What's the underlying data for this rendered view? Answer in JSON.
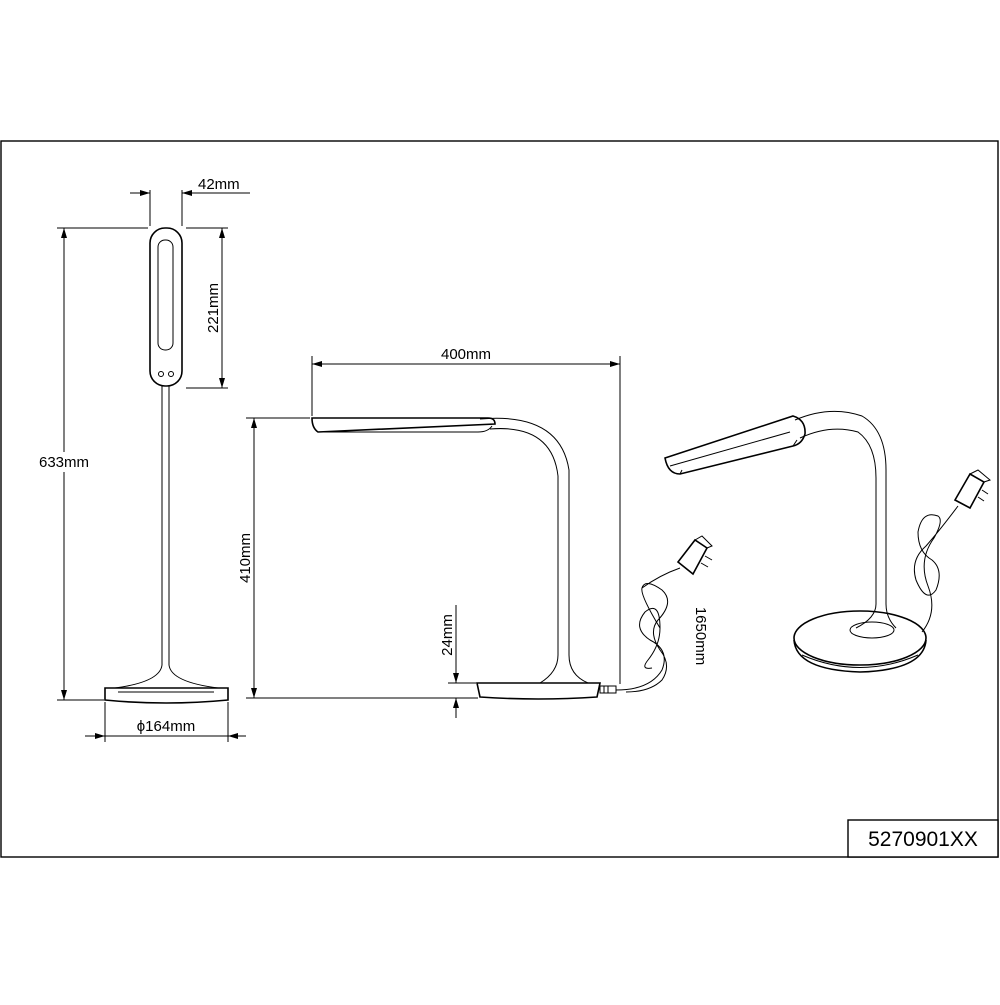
{
  "drawing": {
    "product_code": "5270901XX",
    "dimensions": {
      "head_width": "42mm",
      "head_height": "221mm",
      "total_height": "633mm",
      "base_diameter": "ϕ164mm",
      "arm_length": "400mm",
      "lamp_height": "410mm",
      "base_height": "24mm",
      "cable_length": "1650mm"
    }
  }
}
